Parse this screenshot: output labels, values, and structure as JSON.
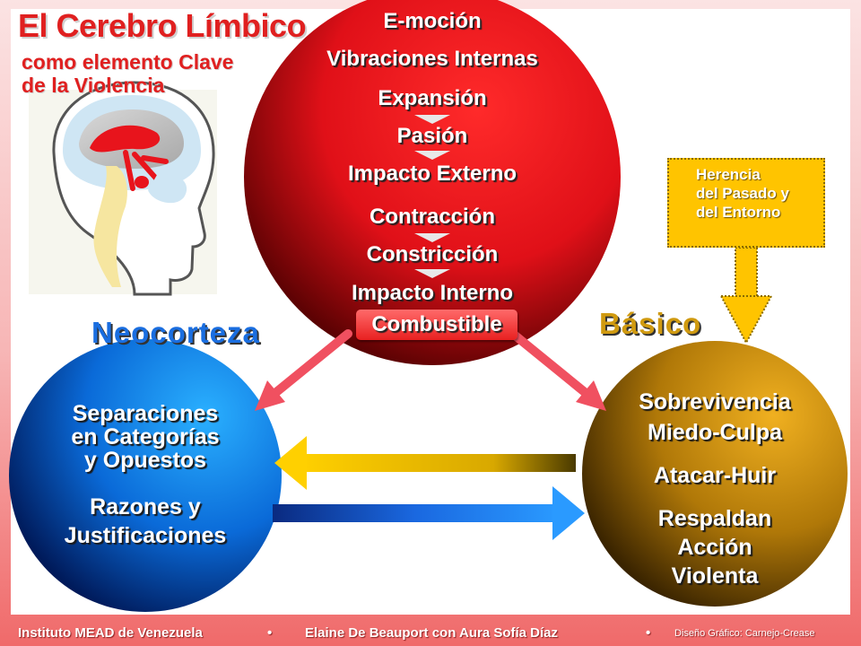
{
  "title": "El Cerebro Límbico",
  "subtitle_line1": "como elemento Clave",
  "subtitle_line2": "de la Violencia",
  "emotion": {
    "e_mocion": "E-moción",
    "vibraciones": "Vibraciones Internas",
    "expansion": "Expansión",
    "pasion": "Pasión",
    "impacto_externo": "Impacto Externo",
    "contraccion": "Contracción",
    "constriccion": "Constricción",
    "impacto_interno": "Impacto Interno",
    "combustible": "Combustible"
  },
  "neocorteza": {
    "label": "Neocorteza",
    "line1": "Separaciones",
    "line2": "en Categorías",
    "line3": "y Opuestos",
    "line4": "Razones y",
    "line5": "Justificaciones"
  },
  "basico": {
    "label": "Básico",
    "line1": "Sobrevivencia",
    "line2": "Miedo-Culpa",
    "line3": "Atacar-Huir",
    "line4": "Respaldan",
    "line5": "Acción",
    "line6": "Violenta"
  },
  "herencia": "Herencia\ndel Pasado y\ndel Entorno",
  "footer": {
    "institute": "Instituto MEAD de Venezuela",
    "authors": "Elaine De Beauport con Aura Sofía Díaz",
    "design": "Diseño Gráfico: Carnejo-Crease",
    "separator": "•"
  },
  "colors": {
    "title_red": "#e02020",
    "red_circle": "#e8141c",
    "blue_circle": "#1a6ee0",
    "gold_circle": "#b8860b",
    "herencia_yellow": "#ffc400"
  }
}
